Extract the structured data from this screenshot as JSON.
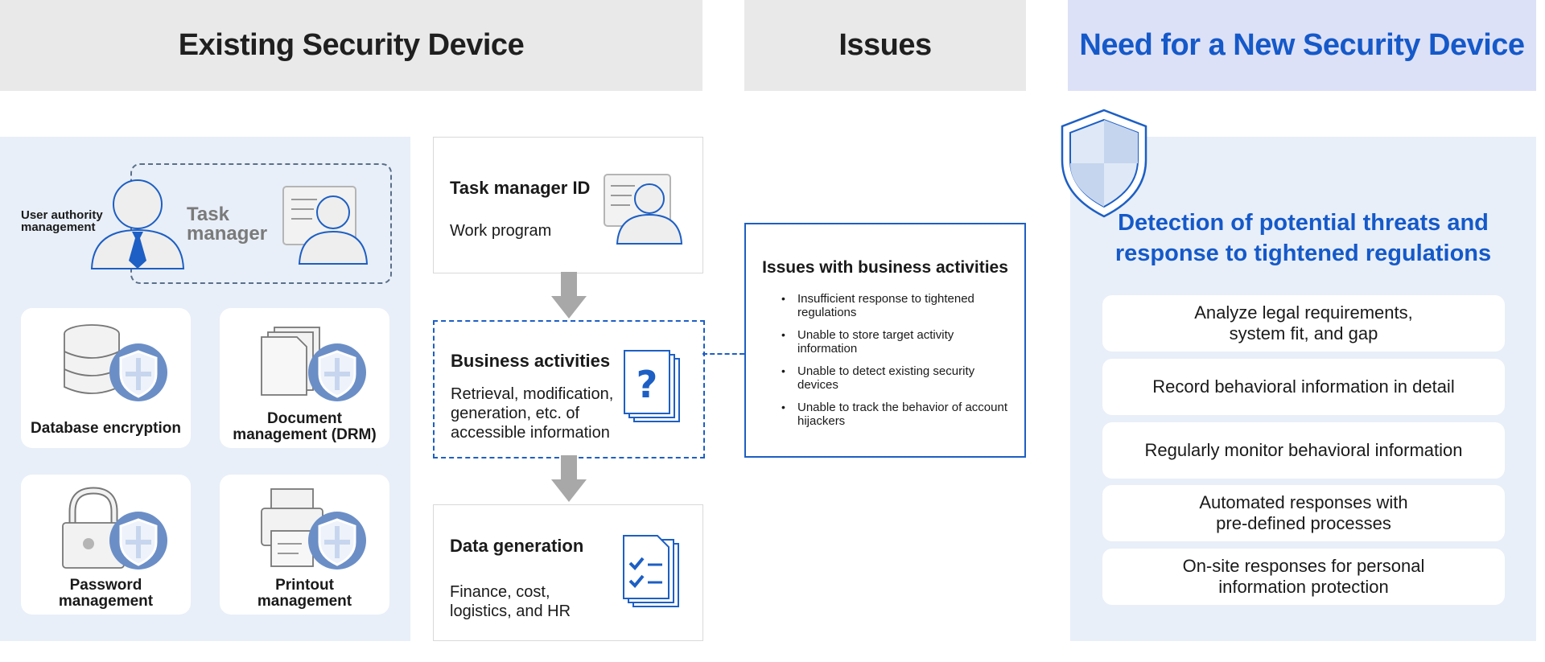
{
  "headers": {
    "existing": "Existing Security Device",
    "issues": "Issues",
    "need": "Need for a New Security Device"
  },
  "existing": {
    "user_authority": "User authority\nmanagement",
    "task_manager": "Task\nmanager",
    "cards": [
      {
        "label": "Database encryption",
        "icon": "database-shield-icon"
      },
      {
        "label": "Document\nmanagement (DRM)",
        "icon": "documents-shield-icon"
      },
      {
        "label": "Password\nmanagement",
        "icon": "lock-shield-icon"
      },
      {
        "label": "Printout\nmanagement",
        "icon": "printer-shield-icon"
      }
    ]
  },
  "flow": {
    "task_manager_id": {
      "title": "Task manager ID",
      "text": "Work program"
    },
    "business": {
      "title": "Business activities",
      "text": "Retrieval, modification,\ngeneration, etc. of\naccessible information"
    },
    "data": {
      "title": "Data generation",
      "text": "Finance, cost,\nlogistics, and HR"
    }
  },
  "issues": {
    "title": "Issues with business activities",
    "items": [
      "Insufficient response to tightened regulations",
      "Unable to store target activity information",
      "Unable to detect existing security devices",
      "Unable to track the behavior of account hijackers"
    ]
  },
  "need": {
    "title": "Detection of potential threats and\nresponse to tightened regulations",
    "items": [
      "Analyze legal requirements,\nsystem fit, and gap",
      "Record behavioral information in detail",
      "Regularly monitor behavioral information",
      "Automated responses with\npre-defined processes",
      "On-site responses for personal\ninformation protection"
    ]
  },
  "colors": {
    "accent_blue": "#1559c9",
    "icon_blue": "#6b8ec6",
    "panel_light": "#e8eff8",
    "header_gray": "#e9e9e9",
    "header_blue": "#dde1f7"
  }
}
